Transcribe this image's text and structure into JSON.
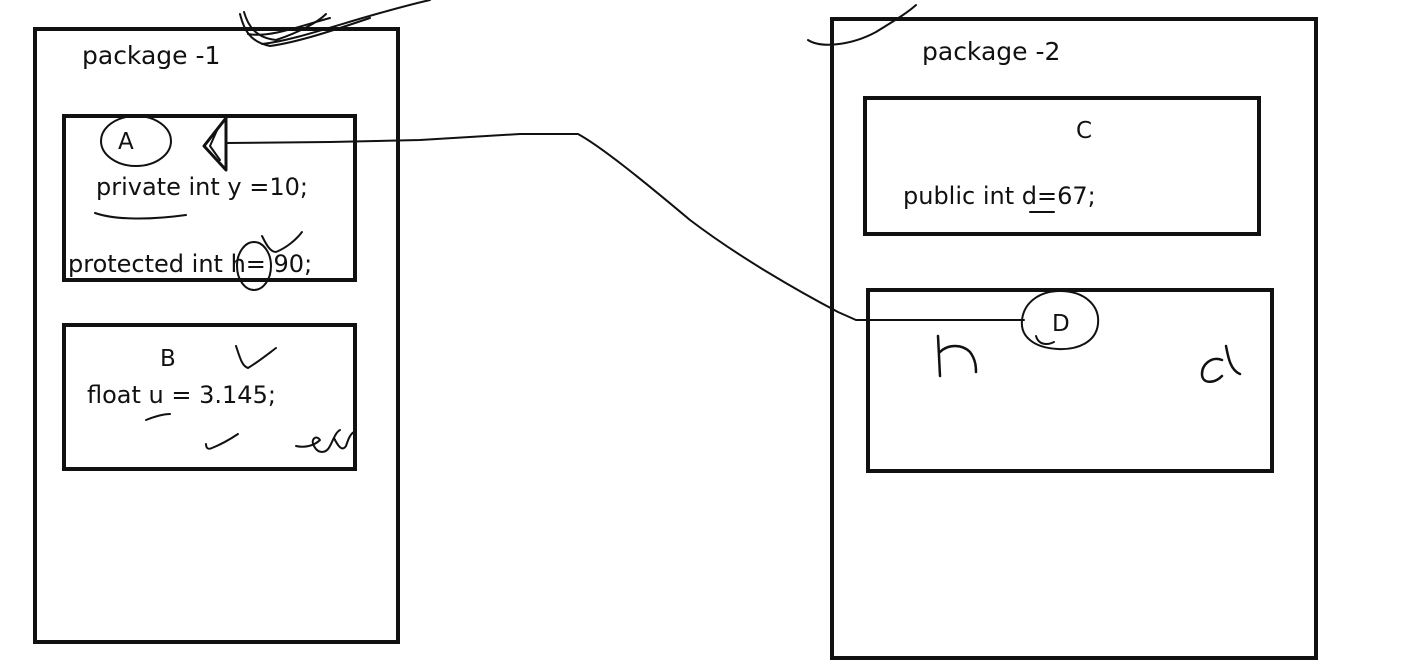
{
  "packages": [
    {
      "title": "package -1",
      "classes": [
        {
          "name": "A",
          "fields": [
            "private int y =10;",
            "protected int h= 90;"
          ]
        },
        {
          "name": "B",
          "fields": [
            "float u = 3.145;"
          ]
        }
      ]
    },
    {
      "title": "package -2",
      "classes": [
        {
          "name": "C",
          "fields": [
            "public int d=67;"
          ]
        },
        {
          "name": "D",
          "fields": []
        }
      ]
    }
  ],
  "annotations": {
    "d_access_h": "h",
    "d_access_d": "d"
  },
  "colors": {
    "ink": "#111111",
    "background": "#ffffff"
  }
}
